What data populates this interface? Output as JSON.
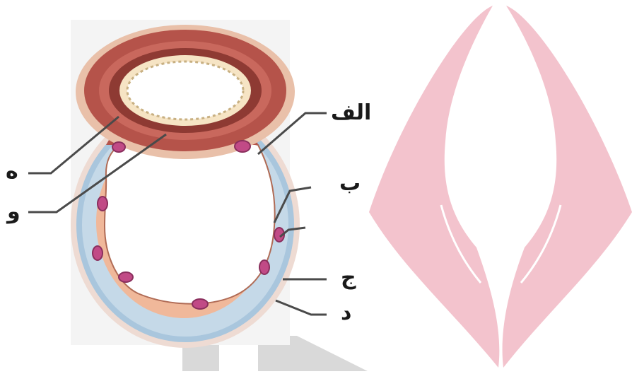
{
  "diagram": {
    "labels": {
      "alef": "الف",
      "be": "ب",
      "jim": "ج",
      "dal": "د",
      "he": "ه",
      "vav": "و"
    },
    "colors": {
      "muscle": "#b5534a",
      "muscle_dark": "#8e3a33",
      "endothelium": "#f0b89a",
      "basement": "#a9c6dd",
      "nucleus": "#c14a86",
      "leader": "#4a4a4a",
      "watermark_pink": "#f3c3cd",
      "watermark_gray": "#d9d9d9"
    }
  }
}
